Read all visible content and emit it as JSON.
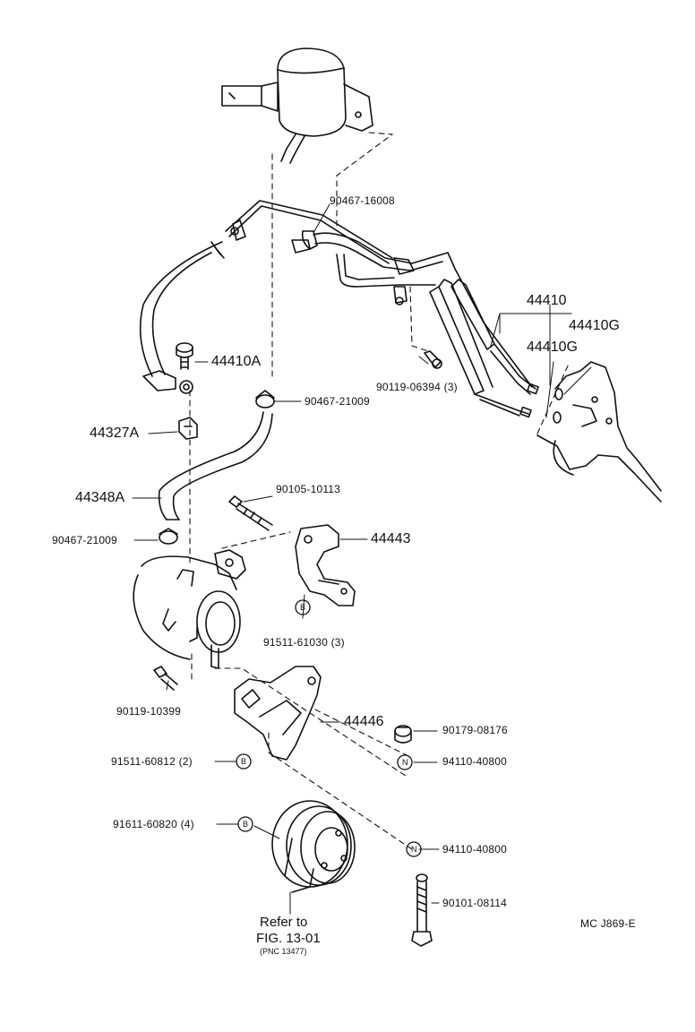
{
  "colors": {
    "ink": "#111111",
    "paper": "#ffffff"
  },
  "labels": {
    "p90467_16008": "90467-16008",
    "p44410": "44410",
    "p44410G_a": "44410G",
    "p44410G_b": "44410G",
    "p44410A": "44410A",
    "p90467_21009_a": "90467-21009",
    "p90119_06394": "90119-06394 (3)",
    "p44327A": "44327A",
    "p44348A": "44348A",
    "p90105_10113": "90105-10113",
    "p90467_21009_b": "90467-21009",
    "p44443": "44443",
    "p91511_61030": "91511-61030 (3)",
    "p90119_10399": "90119-10399",
    "p44446": "44446",
    "p90179_08176": "90179-08176",
    "p91511_60812": "91511-60812 (2)",
    "p94110_40800_a": "94110-40800",
    "p91611_60820": "91611-60820 (4)",
    "p94110_40800_b": "94110-40800",
    "p90101_08114": "90101-08114",
    "refer_to": "Refer to",
    "fig": "FIG. 13-01",
    "pnc": "(PNC 13477)",
    "code": "MC  J869-E"
  },
  "markers": {
    "b": "B",
    "n": "N"
  }
}
